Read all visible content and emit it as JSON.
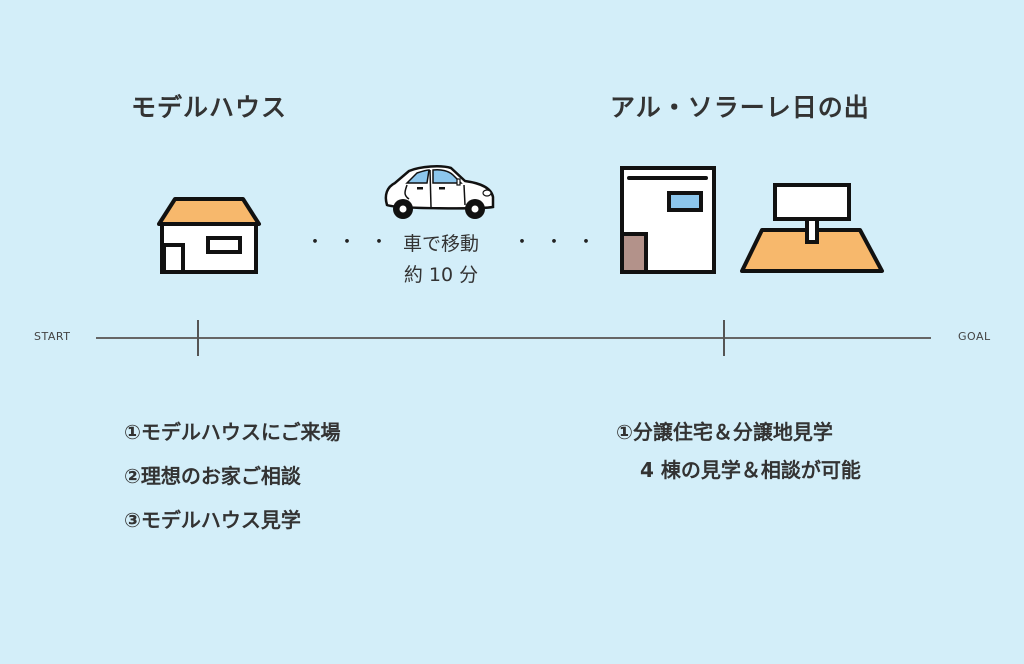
{
  "start_location": {
    "title": "モデルハウス"
  },
  "goal_location": {
    "title": "アル・ソラーレ日の出"
  },
  "transit": {
    "mode": "車で移動",
    "duration": "約 10 分",
    "dots_left": "・・・",
    "dots_right": "・・・"
  },
  "timeline": {
    "start_label": "START",
    "goal_label": "GOAL"
  },
  "start_steps": [
    "①モデルハウスにご来場",
    "②理想のお家ご相談",
    "③モデルハウス見学"
  ],
  "goal_steps": [
    "①分譲住宅＆分譲地見学",
    "4 棟の見学＆相談が可能"
  ],
  "colors": {
    "background": "#d3eef9",
    "roof": "#f7b86c",
    "window_blue": "#8cc6ec",
    "door_brown": "#b3928a",
    "outline": "#111111",
    "text": "#333333"
  },
  "icons": [
    "house-icon",
    "car-icon",
    "building-icon",
    "land-sign-icon"
  ]
}
